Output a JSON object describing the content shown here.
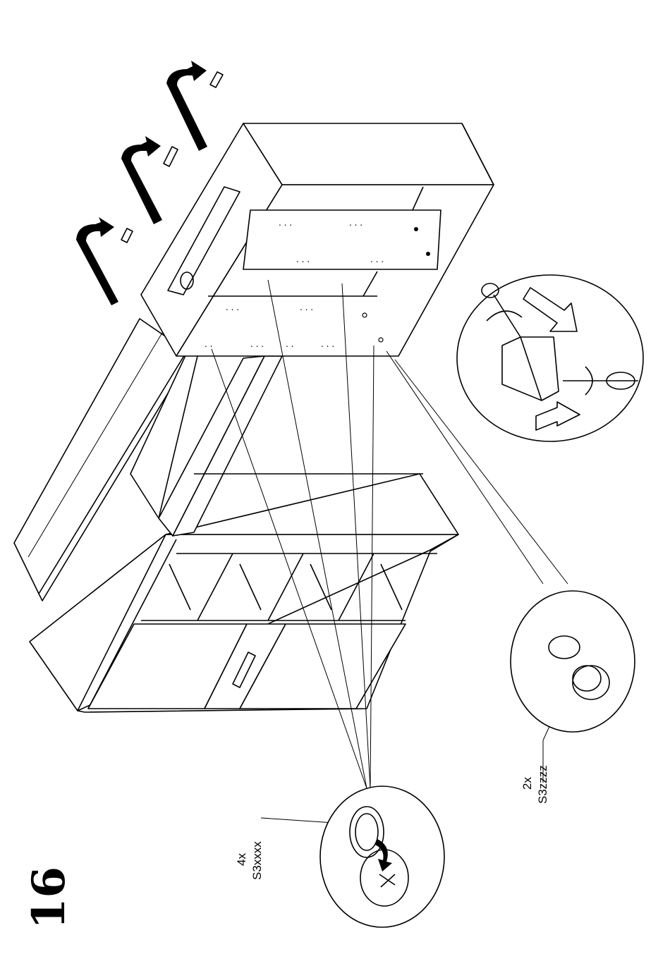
{
  "step": {
    "number": "16"
  },
  "callouts": [
    {
      "qty": "4x",
      "code": "S3xxxx"
    },
    {
      "qty": "2x",
      "code": "S3zzzz"
    }
  ]
}
